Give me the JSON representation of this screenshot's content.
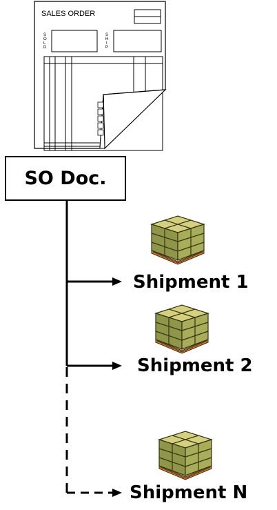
{
  "document": {
    "title": "SALES ORDER",
    "sold_label": "SOLD",
    "ship_label": "SHIP",
    "box_label": "SO Doc."
  },
  "shipments": [
    {
      "label": "Shipment 1",
      "connector": "solid"
    },
    {
      "label": "Shipment 2",
      "connector": "solid"
    },
    {
      "label": "Shipment N",
      "connector": "dashed"
    }
  ]
}
